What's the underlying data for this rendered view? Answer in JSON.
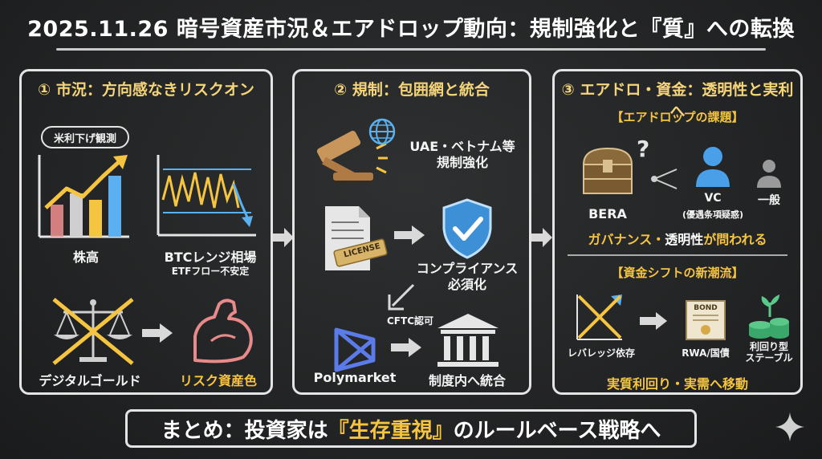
{
  "title": "2025.11.26 暗号資産市況＆エアドロップ動向：規制強化と『質』への転換",
  "panel1": {
    "title": "① 市況：方向感なきリスクオン",
    "bubble": "米利下げ観測",
    "stocks_label": "株高",
    "btc_label": "BTCレンジ相場",
    "btc_sub": "ETFフロー不安定",
    "gold_label": "デジタルゴールド",
    "risk_label": "リスク資産色"
  },
  "panel2": {
    "title": "② 規制：包囲網と統合",
    "reg_label": "UAE・ベトナム等\n規制強化",
    "license_text": "LICENSE",
    "compliance_label": "コンプライアンス\n必須化",
    "cftc_label": "CFTC認可",
    "poly_label": "Polymarket",
    "integrate_label": "制度内へ統合"
  },
  "panel3": {
    "title": "③ エアドロ・資金：透明性と実利へ",
    "airdrop_heading": "【エアドロップの課題】",
    "bera_label": "BERA",
    "vc_label": "VC",
    "vc_sub": "(優遇条項疑惑)",
    "general_label": "一般",
    "governance_text": "ガバナンス・透明性が問われる",
    "governance_highlight": "透明性",
    "shift_heading": "【資金シフトの新潮流】",
    "leverage_label": "レバレッジ依存",
    "bond_text": "BOND",
    "rwa_label": "RWA/国債",
    "stable_label": "利回り型\nステーブル",
    "yield_text": "実質利回り・実需へ移動"
  },
  "summary": {
    "prefix": "まとめ：投資家は",
    "highlight": "『生存重視』",
    "suffix": "のルールベース戦略へ"
  },
  "colors": {
    "accent_yellow": "#f5c542",
    "accent_blue": "#5ab0f0",
    "accent_pink": "#e88a8a",
    "chalk_white": "#e4e4e4",
    "background": "#232425"
  }
}
